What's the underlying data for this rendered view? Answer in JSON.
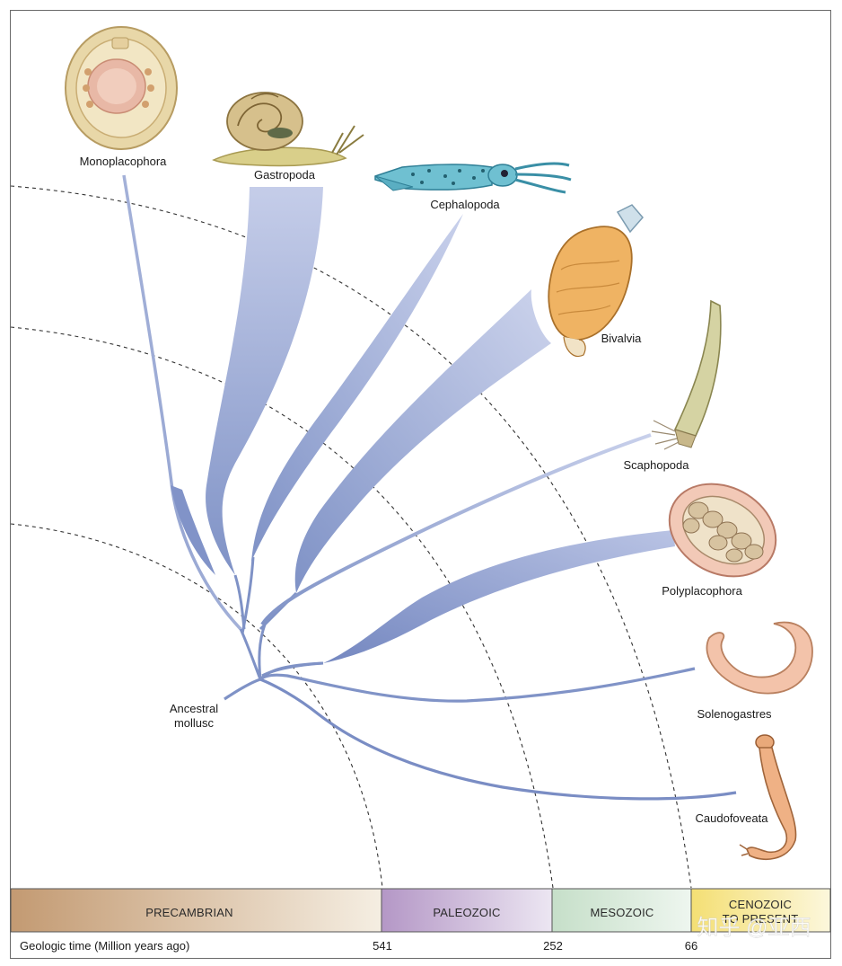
{
  "taxa": [
    {
      "id": "monoplacophora",
      "label": "Monoplacophora"
    },
    {
      "id": "gastropoda",
      "label": "Gastropoda"
    },
    {
      "id": "cephalopoda",
      "label": "Cephalopoda"
    },
    {
      "id": "bivalvia",
      "label": "Bivalvia"
    },
    {
      "id": "scaphopoda",
      "label": "Scaphopoda"
    },
    {
      "id": "polyplacophora",
      "label": "Polyplacophora"
    },
    {
      "id": "solenogastres",
      "label": "Solenogastres"
    },
    {
      "id": "caudofoveata",
      "label": "Caudofoveata"
    }
  ],
  "root": {
    "line1": "Ancestral",
    "line2": "mollusc"
  },
  "timescale": {
    "axis_label": "Geologic time (Million years ago)",
    "eras": [
      {
        "id": "precambrian",
        "label": "PRECAMBRIAN",
        "color": "#c9a07a"
      },
      {
        "id": "paleozoic",
        "label": "PALEOZOIC",
        "color": "#b79ac7"
      },
      {
        "id": "mesozoic",
        "label": "MESOZOIC",
        "color": "#c9e1cc"
      },
      {
        "id": "cenozoic",
        "line1": "CENOZOIC",
        "line2": "TO PRESENT",
        "color": "#f6e27a"
      }
    ],
    "ticks": [
      "541",
      "252",
      "66"
    ]
  },
  "watermark": "知乎 @亚西",
  "colors": {
    "branch": "#7f92c6",
    "branch_light": "#c3cce8"
  }
}
